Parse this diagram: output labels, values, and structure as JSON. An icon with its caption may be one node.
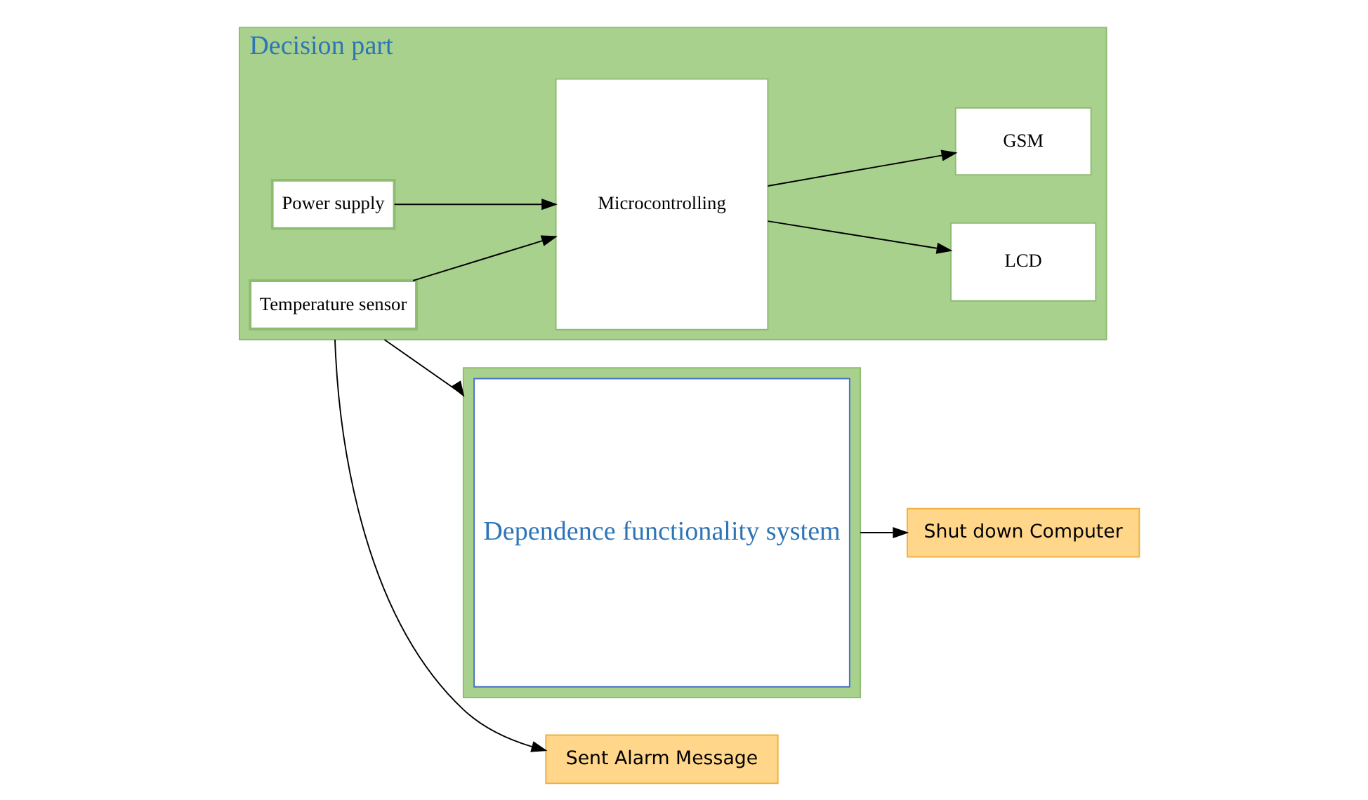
{
  "diagram": {
    "nodes": [
      {
        "text": [
          "Decision part"
        ]
      },
      {
        "text": [
          "Temperature sensor"
        ],
        "in": 0
      },
      {
        "text": [
          "Power supply"
        ],
        "in": 0
      },
      {
        "text": [
          "Microcontrolling"
        ],
        "in": 0
      },
      {
        "text": [
          "LCD"
        ],
        "in": 0
      },
      {
        "text": [
          "GSM"
        ],
        "in": 0
      },
      {
        "text": [],
        "shape": "box"
      },
      {
        "text": [
          "Dependence functionality system"
        ],
        "in": 6
      },
      {
        "text": [
          "Sent Alarm Message"
        ]
      },
      {
        "text": [
          "Shut down Computer"
        ]
      }
    ],
    "edges": [
      {
        "from": 1,
        "to": 3,
        "arrow": "to"
      },
      {
        "from": 2,
        "to": 3,
        "arrow": "to"
      },
      {
        "from": 3,
        "to": 4,
        "arrow": "to"
      },
      {
        "from": 3,
        "to": 5,
        "arrow": "to"
      },
      {
        "from": 0,
        "to": 6,
        "arrow": "to"
      },
      {
        "from": 0,
        "to": 8,
        "arrow": "to"
      },
      {
        "from": 6,
        "to": 9,
        "arrow": "to"
      }
    ]
  }
}
